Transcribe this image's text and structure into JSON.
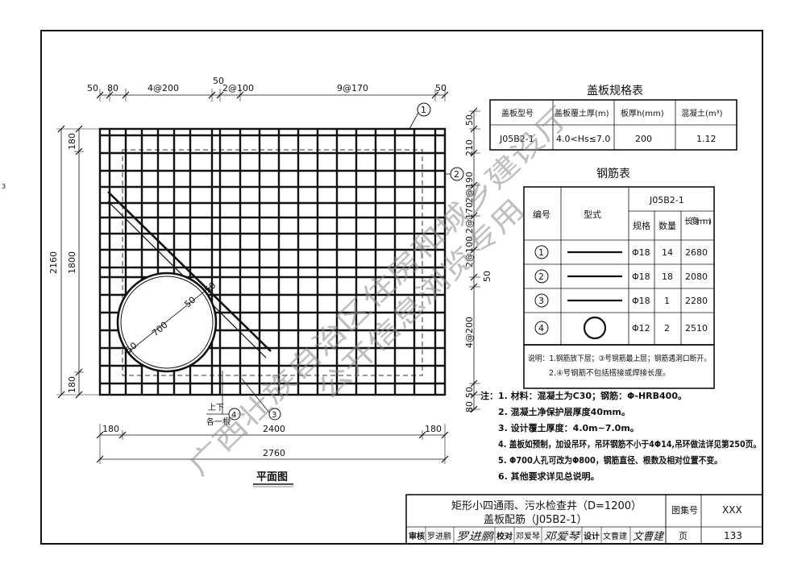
{
  "sheet": {
    "margin_mark": "3",
    "plan_title": "平面图"
  },
  "dimensions": {
    "top": [
      "50",
      "80",
      "4@200",
      "50",
      "2@100",
      "9@170",
      "50"
    ],
    "left_outer": "2160",
    "left_inner": [
      "180",
      "1800",
      "180"
    ],
    "right": [
      "50",
      "210",
      "2@190",
      "2@170",
      "2@100",
      "50",
      "4@200",
      "50",
      "80"
    ],
    "bottom_parts": [
      "180",
      "2400",
      "180"
    ],
    "bottom_total": "2760",
    "hole": [
      "700",
      "50",
      "50",
      "50"
    ]
  },
  "callouts": {
    "bar1": "1",
    "bar2": "2",
    "bar3": "3",
    "bar4": "4",
    "updown": "上下",
    "each_one": "各一根"
  },
  "cover_table": {
    "title": "盖板规格表",
    "headers": [
      "盖板型号",
      "盖板覆土厚(m)",
      "板厚h(mm)",
      "混凝土(m³)"
    ],
    "row": [
      "J05B2-1",
      "4.0<Hs≤7.0",
      "200",
      "1.12"
    ]
  },
  "rebar_table": {
    "title": "钢筋表",
    "h_no": "编号",
    "h_shape": "型式",
    "h_group": "J05B2-1",
    "h_spec": "规格",
    "h_qty": "数量",
    "h_len": "长度(mm)",
    "rows": [
      {
        "no": "1",
        "spec": "Φ18",
        "qty": "14",
        "len": "2680"
      },
      {
        "no": "2",
        "spec": "Φ18",
        "qty": "18",
        "len": "2080"
      },
      {
        "no": "3",
        "spec": "Φ18",
        "qty": "1",
        "len": "2280"
      },
      {
        "no": "4",
        "spec": "Φ12",
        "qty": "2",
        "len": "2510"
      }
    ],
    "note1": "说明：1.钢筋放下层；③号钢筋最上层；钢筋遇洞口断开。",
    "note2": "2.④号钢筋不包括搭接或焊接长度。"
  },
  "notes": {
    "label": "注：",
    "items": [
      "1. 材料：混凝土为C30；钢筋：Φ-HRB400。",
      "2. 混凝土净保护层厚度40mm。",
      "3. 设计覆土厚度：4.0m~7.0m。",
      "4. 盖板如预制，加设吊环，吊环钢筋不小于4Φ14,吊环做法详见第250页。",
      "5. Φ700人孔可改为Φ800，钢筋直径、根数及相对位置不变。",
      "6. 其他要求详见总说明。"
    ]
  },
  "title_block": {
    "title_line1": "矩形小四通雨、污水检查井（D=1200）",
    "title_line2": "盖板配筋（J05B2-1）",
    "atlas_label": "图集号",
    "atlas_value": "XXX",
    "page_label": "页",
    "page_value": "133",
    "review_label": "审核",
    "review_name": "罗进鹏",
    "review_sig": "罗进鹏",
    "check_label": "校对",
    "check_name": "邓爱琴",
    "check_sig": "邓爱琴",
    "design_label": "设计",
    "design_name": "文曹建",
    "design_sig": "文曹建"
  },
  "watermark": {
    "line1": "广西壮族自治区住房和城乡建设厅",
    "line2": "公开信息浏览专用"
  }
}
